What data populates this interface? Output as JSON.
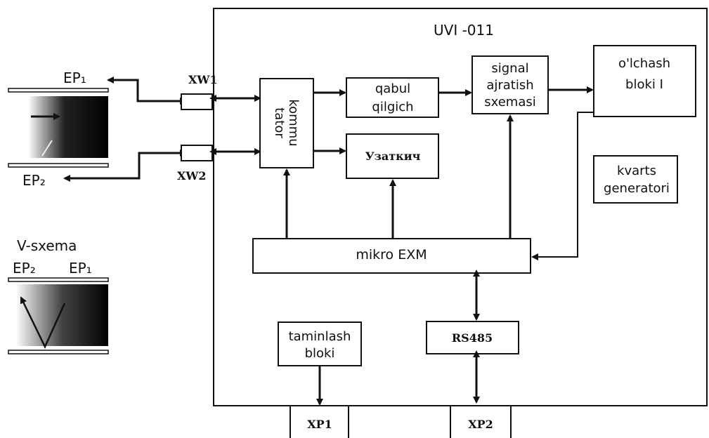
{
  "device": {
    "title": "UVI -011"
  },
  "blocks": {
    "kommutator": {
      "line1": "kommu",
      "line2": "tator"
    },
    "qabul": {
      "line1": "qabul",
      "line2": "qilgich"
    },
    "signal": {
      "line1": "signal",
      "line2": "ajratish",
      "line3": "sxemasi"
    },
    "olchash": {
      "line1": "o'lchash",
      "line2": "bloki I"
    },
    "uzatkich": {
      "label": "Узаткич"
    },
    "kvarts": {
      "line1": "kvarts",
      "line2": "generatori"
    },
    "mikro": {
      "label": "mikro EXM"
    },
    "taminlash": {
      "line1": "taminlash",
      "line2": "bloki"
    },
    "rs485": {
      "label": "RS485"
    }
  },
  "connectors": {
    "xw1": "XW1",
    "xw2": "XW2",
    "xp1": "XP1",
    "xp2": "XP2"
  },
  "probes": {
    "ep1_top": "EP₁",
    "ep2_top": "EP₂"
  },
  "vscheme": {
    "title": "V-sxema",
    "ep2": "EP₂",
    "ep1": "EP₁"
  },
  "colors": {
    "stroke": "#111111",
    "background": "#ffffff"
  }
}
